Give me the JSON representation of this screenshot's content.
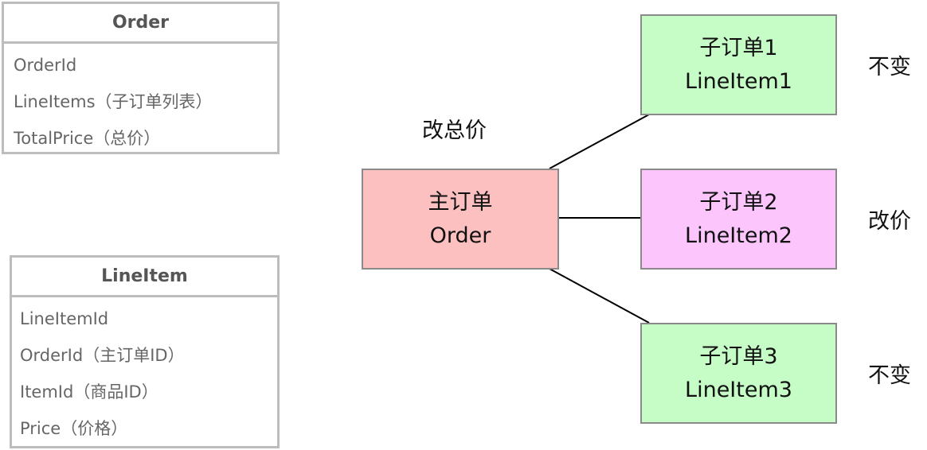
{
  "order_class": {
    "name": "Order",
    "fields": [
      "OrderId",
      "LineItems（子订单列表）",
      "TotalPrice（总价）"
    ]
  },
  "lineitem_class": {
    "name": "LineItem",
    "fields": [
      "LineItemId",
      "OrderId（主订单ID）",
      "ItemId（商品ID）",
      "Price（价格）"
    ]
  },
  "main_order": {
    "title": "主订单",
    "subtitle": "Order",
    "note": "改总价",
    "color": "#fcc0c0"
  },
  "line_items": [
    {
      "title": "子订单1",
      "subtitle": "LineItem1",
      "note": "不变",
      "color": "#c6fcc6"
    },
    {
      "title": "子订单2",
      "subtitle": "LineItem2",
      "note": "改价",
      "color": "#fcc6fc"
    },
    {
      "title": "子订单3",
      "subtitle": "LineItem3",
      "note": "不变",
      "color": "#c6fcc6"
    }
  ]
}
